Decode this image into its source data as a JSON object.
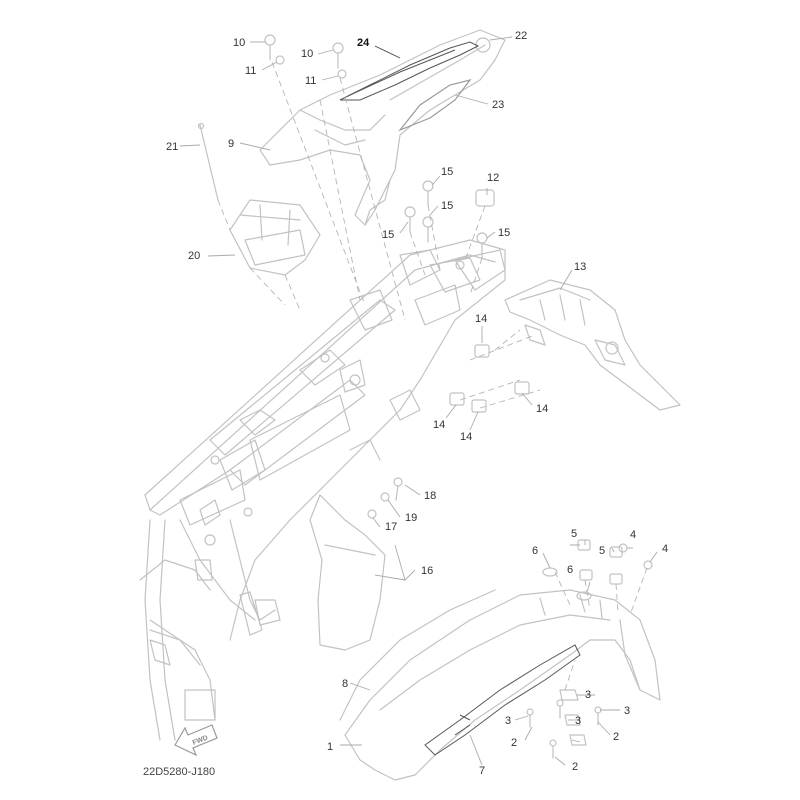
{
  "diagram": {
    "code": "22D5280-J180",
    "fwd_label": "FWD",
    "callouts": [
      {
        "id": "c1",
        "text": "1"
      },
      {
        "id": "c2a",
        "text": "2"
      },
      {
        "id": "c2b",
        "text": "2"
      },
      {
        "id": "c2c",
        "text": "2"
      },
      {
        "id": "c3a",
        "text": "3"
      },
      {
        "id": "c3b",
        "text": "3"
      },
      {
        "id": "c3c",
        "text": "3"
      },
      {
        "id": "c3d",
        "text": "3"
      },
      {
        "id": "c4a",
        "text": "4"
      },
      {
        "id": "c4b",
        "text": "4"
      },
      {
        "id": "c5a",
        "text": "5"
      },
      {
        "id": "c5b",
        "text": "5"
      },
      {
        "id": "c6a",
        "text": "6"
      },
      {
        "id": "c6b",
        "text": "6"
      },
      {
        "id": "c7",
        "text": "7"
      },
      {
        "id": "c8",
        "text": "8"
      },
      {
        "id": "c9",
        "text": "9"
      },
      {
        "id": "c10a",
        "text": "10"
      },
      {
        "id": "c10b",
        "text": "10"
      },
      {
        "id": "c11a",
        "text": "11"
      },
      {
        "id": "c11b",
        "text": "11"
      },
      {
        "id": "c12",
        "text": "12"
      },
      {
        "id": "c13",
        "text": "13"
      },
      {
        "id": "c14a",
        "text": "14"
      },
      {
        "id": "c14b",
        "text": "14"
      },
      {
        "id": "c14c",
        "text": "14"
      },
      {
        "id": "c14d",
        "text": "14"
      },
      {
        "id": "c15a",
        "text": "15"
      },
      {
        "id": "c15b",
        "text": "15"
      },
      {
        "id": "c15c",
        "text": "15"
      },
      {
        "id": "c15d",
        "text": "15"
      },
      {
        "id": "c16",
        "text": "16"
      },
      {
        "id": "c17",
        "text": "17"
      },
      {
        "id": "c18",
        "text": "18"
      },
      {
        "id": "c19",
        "text": "19"
      },
      {
        "id": "c20",
        "text": "20"
      },
      {
        "id": "c21",
        "text": "21"
      },
      {
        "id": "c22",
        "text": "22"
      },
      {
        "id": "c23",
        "text": "23"
      },
      {
        "id": "c24",
        "text": "24"
      }
    ]
  },
  "colors": {
    "part_stroke": "#c2c2c2",
    "label_text": "#333333",
    "highlight_label": "#111111",
    "background": "#ffffff"
  }
}
